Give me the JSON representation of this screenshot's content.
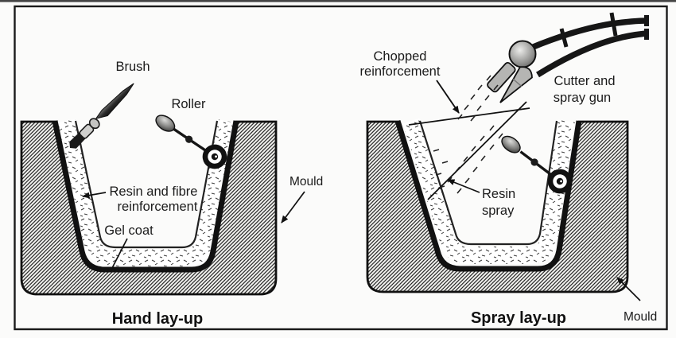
{
  "figure": {
    "type": "technical-illustration",
    "subject": "Composite moulding processes cross-section diagram",
    "colors": {
      "ink": "#1a1a1a",
      "paper": "#fbfbfa",
      "tool_grey": "#b5b5b3",
      "hatch_bg": "#f3f3f0"
    },
    "panels": {
      "hand_layup": {
        "caption": "Hand lay-up",
        "labels": {
          "brush": "Brush",
          "roller": "Roller",
          "resin_fibre_line1": "Resin and fibre",
          "resin_fibre_line2": "reinforcement",
          "gel_coat": "Gel coat",
          "mould": "Mould"
        }
      },
      "spray_layup": {
        "caption": "Spray lay-up",
        "labels": {
          "chopped_line1": "Chopped",
          "chopped_line2": "reinforcement",
          "cutter_line1": "Cutter and",
          "cutter_line2": "spray gun",
          "resin_spray_line1": "Resin",
          "resin_spray_line2": "spray",
          "mould": "Mould"
        }
      }
    }
  }
}
